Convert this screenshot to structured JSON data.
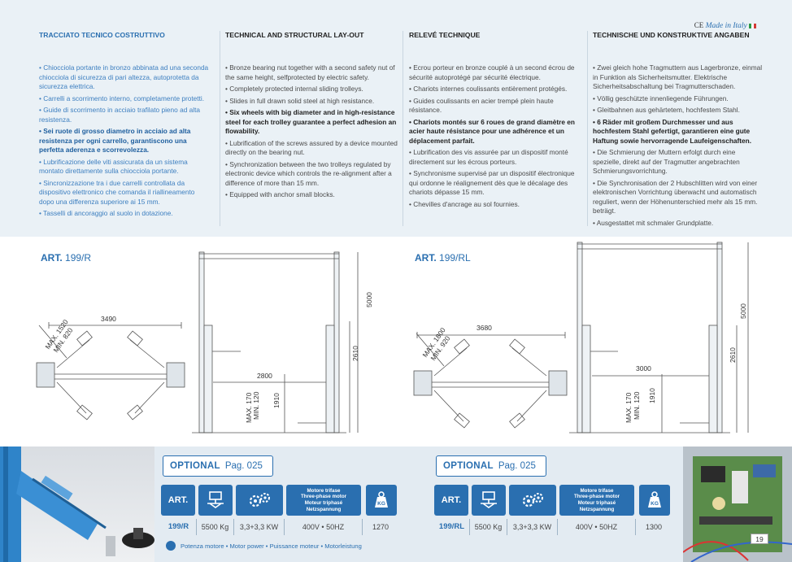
{
  "header": {
    "ce": "CE",
    "made_in": "Made in Italy"
  },
  "columns": [
    {
      "lang": "it",
      "title": "TRACCIATO TECNICO COSTRUTTIVO",
      "items": [
        {
          "text": "• Chiocciola portante in bronzo abbinata ad una seconda chiocciola di sicurezza di pari altezza, autoprotetta da sicurezza elettrica.",
          "bold": false
        },
        {
          "text": "• Carrelli a scorrimento interno, completamente protetti.",
          "bold": false
        },
        {
          "text": "• Guide di scorrimento in acciaio trafilato pieno ad alta resistenza.",
          "bold": false
        },
        {
          "text": "• Sei ruote di grosso diametro in acciaio ad alta resistenza per ogni carrello, garantiscono una perfetta aderenza e scorrevolezza.",
          "bold": true
        },
        {
          "text": "• Lubrificazione delle viti assicurata da un sistema montato direttamente sulla chiocciola portante.",
          "bold": false
        },
        {
          "text": "• Sincronizzazione tra i due carrelli controllata da dispositivo elettronico che comanda il riallineamento dopo una differenza superiore ai 15 mm.",
          "bold": false
        },
        {
          "text": "• Tasselli di ancoraggio al suolo in dotazione.",
          "bold": false
        }
      ]
    },
    {
      "lang": "en",
      "title": "TECHNICAL AND STRUCTURAL LAY-OUT",
      "items": [
        {
          "text": "• Bronze bearing nut together with a second safety nut of the same height, selfprotected by electric safety.",
          "bold": false
        },
        {
          "text": "• Completely protected internal sliding trolleys.",
          "bold": false
        },
        {
          "text": "• Slides in full drawn solid steel at high resistance.",
          "bold": false
        },
        {
          "text": "• Six wheels with big diameter and in high-resistance steel for each trolley guarantee a perfect adhesion an flowability.",
          "bold": true
        },
        {
          "text": "• Lubrification of the screws assured by a device mounted directly on the bearing nut.",
          "bold": false
        },
        {
          "text": "• Synchronization between the two trolleys regulated by electronic device which controls the re-alignment after a difference of more than 15 mm.",
          "bold": false
        },
        {
          "text": "• Equipped with anchor small blocks.",
          "bold": false
        }
      ]
    },
    {
      "lang": "fr",
      "title": "RELEVÉ TECHNIQUE",
      "items": [
        {
          "text": "• Ecrou porteur en bronze couplé à un second écrou de sécurité autoprotégé par sécurité électrique.",
          "bold": false
        },
        {
          "text": "• Chariots internes coulissants entièrement protégés.",
          "bold": false
        },
        {
          "text": "• Guides coulissants en acier trempé plein haute résistance.",
          "bold": false
        },
        {
          "text": "• Chariots montés sur 6 roues de grand diamètre en acier haute résistance pour une adhérence et un déplacement parfait.",
          "bold": true
        },
        {
          "text": "• Lubrification des vis assurée par un dispositif monté directement sur les écrous porteurs.",
          "bold": false
        },
        {
          "text": "• Synchronisme supervisé par un dispositif électronique qui ordonne le réalignement dès que le décalage des chariots dépasse 15 mm.",
          "bold": false
        },
        {
          "text": "• Chevilles d'ancrage au sol fournies.",
          "bold": false
        }
      ]
    },
    {
      "lang": "de",
      "title": "TECHNISCHE UND KONSTRUKTIVE ANGABEN",
      "items": [
        {
          "text": "• Zwei gleich hohe Tragmuttern aus Lagerbronze, einmal in Funktion als Sicherheitsmutter. Elektrische Sicherheitsabschaltung bei Tragmutterschaden.",
          "bold": false
        },
        {
          "text": "• Völlig geschützte innenliegende Führungen.",
          "bold": false
        },
        {
          "text": "• Gleitbahnen aus gehärtetem, hochfestem Stahl.",
          "bold": false
        },
        {
          "text": "• 6 Räder mit großem Durchmesser und aus hochfestem Stahl gefertigt, garantieren eine gute Haftung sowie hervorragende Laufeigenschaften.",
          "bold": true
        },
        {
          "text": "• Die Schmierung der Muttern erfolgt durch eine spezielle, direkt auf der Tragmutter angebrachten Schmierungsvorrichtung.",
          "bold": false
        },
        {
          "text": "• Die Synchronisation der 2 Hubschlitten wird von einer elektronischen Vorrichtung überwacht und automatisch reguliert, wenn der Höhenunterschied mehr als 15 mm. beträgt.",
          "bold": false
        },
        {
          "text": "• Ausgestattet mit schmaler Grundplatte.",
          "bold": false
        }
      ]
    }
  ],
  "drawings": [
    {
      "art_label": "ART.",
      "model": "199/R",
      "dims": {
        "width": "3490",
        "max_arm": "MAX. 1520",
        "min_arm": "MIN. 820",
        "inner": "2800",
        "height": "5000",
        "under": "2610",
        "lift": "1910",
        "pad_max": "MAX. 170",
        "pad_min": "MIN. 120"
      }
    },
    {
      "art_label": "ART.",
      "model": "199/RL",
      "dims": {
        "width": "3680",
        "max_arm": "MAX. 1800",
        "min_arm": "MIN. 920",
        "inner": "3000",
        "height": "5000",
        "under": "2610",
        "lift": "1910",
        "pad_max": "MAX. 170",
        "pad_min": "MIN. 120"
      }
    }
  ],
  "optional_blocks": [
    {
      "optional_label": "OPTIONAL",
      "page_ref": "Pag. 025",
      "tile_art": "ART.",
      "motor_lines": [
        "Motore trifase",
        "Three-phase motor",
        "Moteur triphasé",
        "Netzspannung"
      ],
      "weight_unit": "KG",
      "row": {
        "code": "199/R",
        "capacity": "5500 Kg",
        "power": "3,3+3,3 KW",
        "voltage": "400V • 50HZ",
        "weight": "1270"
      }
    },
    {
      "optional_label": "OPTIONAL",
      "page_ref": "Pag. 025",
      "tile_art": "ART.",
      "motor_lines": [
        "Motore trifase",
        "Three-phase motor",
        "Moteur triphasé",
        "Netzspannung"
      ],
      "weight_unit": "KG",
      "row": {
        "code": "199/RL",
        "capacity": "5500 Kg",
        "power": "3,3+3,3 KW",
        "voltage": "400V • 50HZ",
        "weight": "1300"
      }
    }
  ],
  "legend": "Potenza motore • Motor power • Puissance moteur • Motorleistung",
  "page_number": "19",
  "colors": {
    "brand_blue": "#2a6fb0",
    "band_bg": "#eaf1f6",
    "bottom_bg": "#e3ebf2"
  }
}
